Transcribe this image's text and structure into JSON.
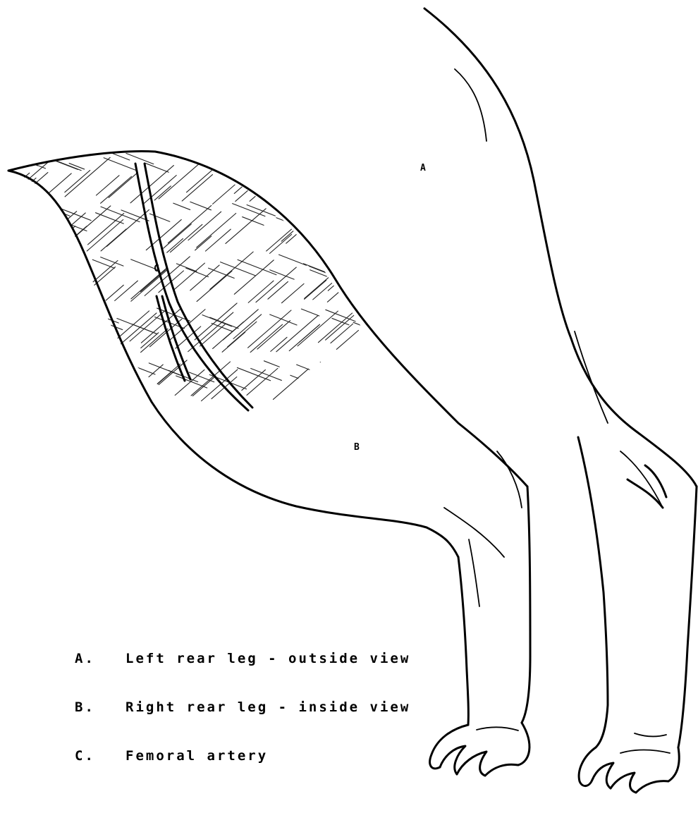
{
  "markers": {
    "a": "A",
    "b": "B",
    "c": "C"
  },
  "legend": [
    {
      "key": "A.",
      "text": "Left rear leg - outside view"
    },
    {
      "key": "B.",
      "text": "Right rear leg - inside view"
    },
    {
      "key": "C.",
      "text": "Femoral artery"
    }
  ],
  "colors": {
    "ink": "#000000",
    "background": "#ffffff"
  }
}
